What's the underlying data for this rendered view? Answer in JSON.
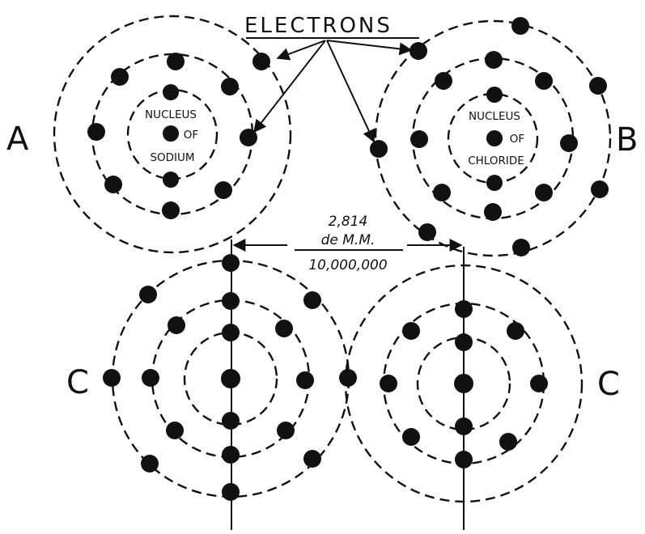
{
  "title": "ELECTRONS",
  "labels": {
    "a": "A",
    "b": "B",
    "c_left": "C",
    "c_right": "C"
  },
  "atom_a": {
    "line1": "NUCLEUS",
    "line2": "OF",
    "line3": "SODIUM"
  },
  "atom_b": {
    "line1": "NUCLEUS",
    "line2": "OF",
    "line3": "CHLORIDE"
  },
  "measurement": {
    "value": "2,814",
    "unit": "de M.M.",
    "divisor": "10,000,000"
  }
}
